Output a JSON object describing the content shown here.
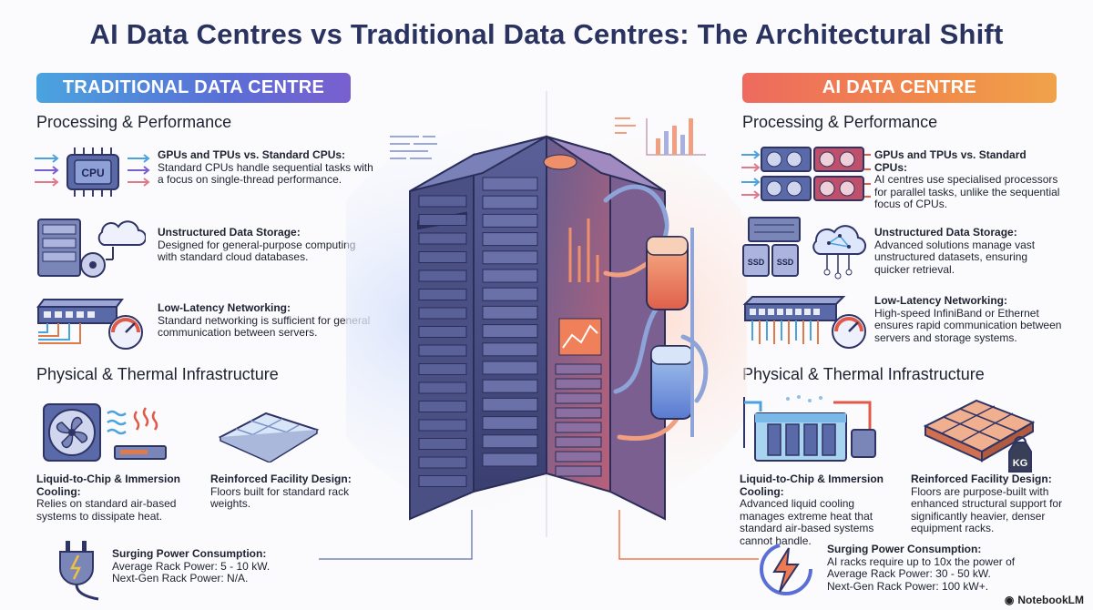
{
  "title": "AI Data Centres vs Traditional Data Centres: The Architectural Shift",
  "left": {
    "banner": "TRADITIONAL DATA CENTRE",
    "section1": "Processing & Performance",
    "section2": "Physical & Thermal Infrastructure",
    "items": {
      "gpus": {
        "heading": "GPUs and TPUs vs. Standard CPUs:",
        "body": "Standard CPUs handle sequential tasks with a focus on single-thread performance."
      },
      "storage": {
        "heading": "Unstructured Data Storage:",
        "body": "Designed for general-purpose computing with standard cloud databases."
      },
      "network": {
        "heading": "Low-Latency Networking:",
        "body": "Standard networking is sufficient for general communication between servers."
      },
      "cooling": {
        "heading": "Liquid-to-Chip & Immersion Cooling:",
        "body": "Relies on standard air-based systems to dissipate heat."
      },
      "facility": {
        "heading": "Reinforced Facility Design:",
        "body": "Floors built for standard rack weights."
      },
      "power": {
        "heading": "Surging Power Consumption:",
        "line1": "Average Rack Power: 5 - 10 kW.",
        "line2": "Next-Gen Rack Power: N/A."
      }
    },
    "cpu_chip_label": "CPU"
  },
  "right": {
    "banner": "AI DATA CENTRE",
    "section1": "Processing & Performance",
    "section2": "Physical & Thermal Infrastructure",
    "items": {
      "gpus": {
        "heading": "GPUs and TPUs vs. Standard CPUs:",
        "body": "AI centres use specialised processors for parallel tasks, unlike the sequential focus of CPUs."
      },
      "storage": {
        "heading": "Unstructured Data Storage:",
        "body": "Advanced solutions manage vast unstructured datasets, ensuring quicker retrieval."
      },
      "network": {
        "heading": "Low-Latency Networking:",
        "body": "High-speed InfiniBand or Ethernet ensures rapid communication between servers and storage systems."
      },
      "cooling": {
        "heading": "Liquid-to-Chip & Immersion Cooling:",
        "body": "Advanced liquid cooling manages extreme heat that standard air-based systems cannot handle."
      },
      "facility": {
        "heading": "Reinforced Facility Design:",
        "body": "Floors are purpose-built with enhanced structural support for significantly heavier, denser equipment racks."
      },
      "power": {
        "heading": "Surging Power Consumption:",
        "line1": "AI racks require up to 10x the power of",
        "line2": "Average Rack Power: 30 - 50 kW.",
        "line3": "Next-Gen Rack Power: 100 kW+."
      }
    },
    "ssd_label": "SSD",
    "weight_label": "KG"
  },
  "brand": "NotebookLM",
  "colors": {
    "title": "#2a3360",
    "traditional_accent": "#5a6fd6",
    "ai_accent": "#f07a4f"
  }
}
